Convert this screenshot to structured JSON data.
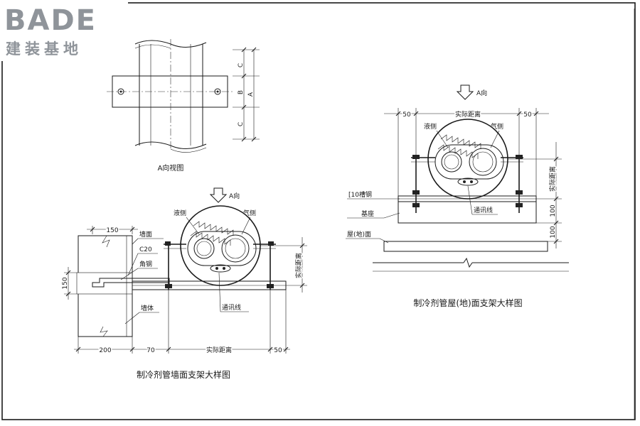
{
  "logo": {
    "brand": "BADE",
    "subtitle": "建装基地"
  },
  "top_view": {
    "caption": "A向视图",
    "dims": {
      "a": "A",
      "b": "B",
      "c_top": "C",
      "c_bottom": "C"
    }
  },
  "wall_detail": {
    "caption": "制冷剂管墙面支架大样图",
    "direction": "A向",
    "labels": {
      "liquid": "液侧",
      "gas": "气侧",
      "wall_face": "墙面",
      "concrete": "C20",
      "angle_steel": "角钢",
      "wall_body": "墙体",
      "comm_line": "通讯线"
    },
    "dims": {
      "top_150": "150",
      "left_150": "150",
      "bottom_200": "200",
      "bottom_70": "70",
      "actual_distance": "实际距离",
      "bottom_50": "50",
      "right_actual": "实际距离"
    }
  },
  "roof_detail": {
    "caption": "制冷剂管屋(地)面支架大样图",
    "direction": "A向",
    "labels": {
      "liquid": "液侧",
      "gas": "气侧",
      "channel": "[10槽钢",
      "base": "基座",
      "floor": "屋(地)面",
      "comm_line": "通讯线"
    },
    "dims": {
      "top_50_left": "50",
      "actual_distance": "实际距离",
      "top_50_right": "50",
      "right_actual": "实际距离",
      "right_100_upper": "100",
      "right_100_lower": "100"
    }
  }
}
